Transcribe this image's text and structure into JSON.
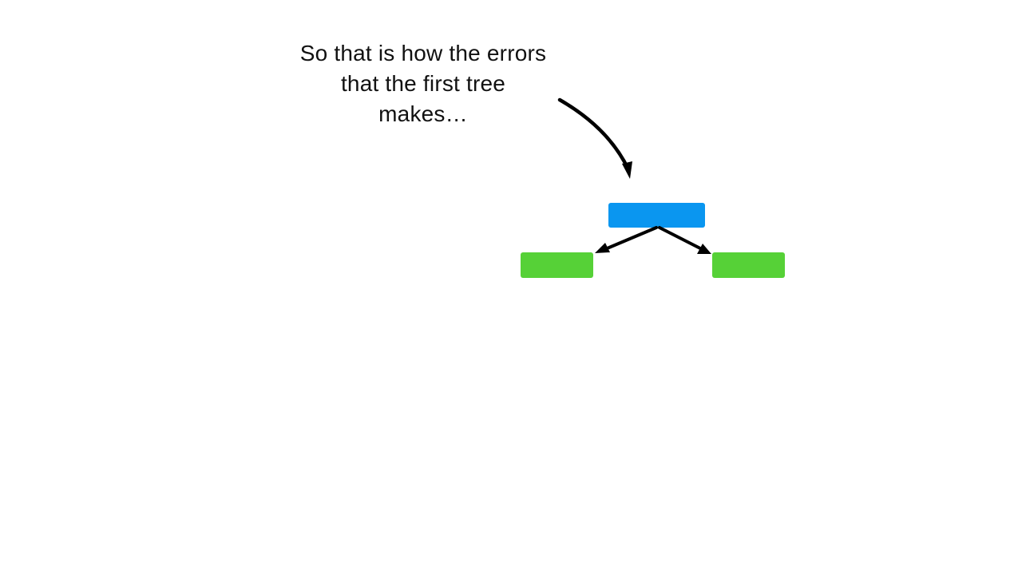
{
  "caption": {
    "lines": [
      "So that is how the errors",
      "that the first tree",
      "makes…"
    ]
  },
  "tree": {
    "root_color": "#0a96f0",
    "leaf_color": "#56d137",
    "arrow_color": "#000000"
  }
}
